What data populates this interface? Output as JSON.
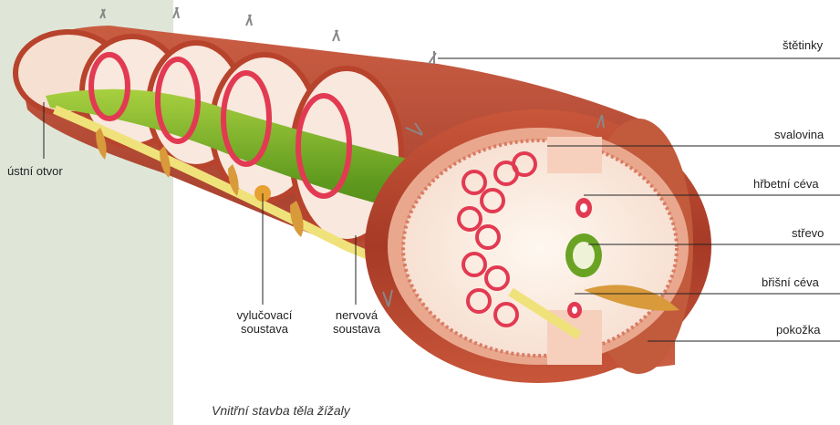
{
  "diagram": {
    "caption": "Vnitřní stavba těla žížaly",
    "labels": {
      "stetinky": "štětinky",
      "svalovina": "svalovina",
      "hrbetni_ceva": "hřbetní céva",
      "strevo": "střevo",
      "brisni_ceva": "břišní céva",
      "pokozka": "pokožka",
      "ustni_otvor": "ústní otvor",
      "vylucovaci_1": "vylučovací",
      "vylucovaci_2": "soustava",
      "nervova_1": "nervová",
      "nervova_2": "soustava"
    },
    "colors": {
      "panel": "#dfe6d8",
      "skin": "#b8432c",
      "skin_light": "#e8a58c",
      "vessel": "#e23a52",
      "gut": "#6aa324",
      "gut_light": "#b9d94a",
      "nerve": "#f0e27a",
      "excretory": "#d89a3a",
      "line": "#222222"
    }
  }
}
